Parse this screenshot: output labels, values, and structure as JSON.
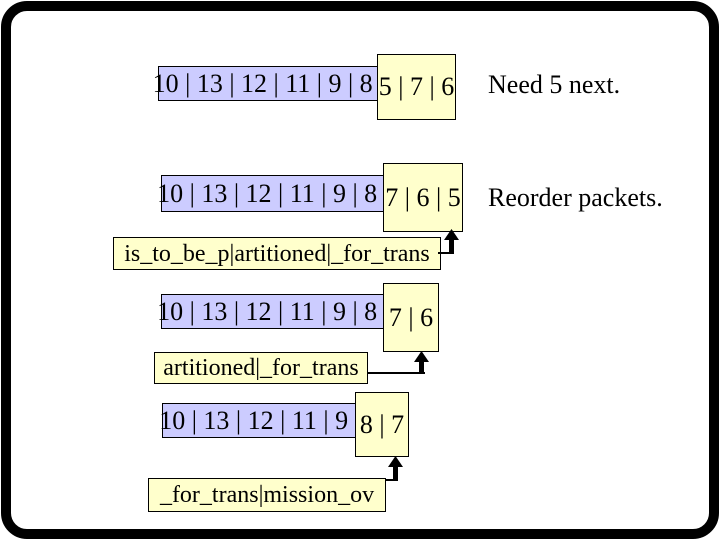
{
  "slide": {
    "colors": {
      "background": "#ffffff",
      "frame": "#000000",
      "buffer_fill": "#ccccff",
      "packet_fill": "#ffffcc",
      "border": "#000000",
      "text": "#000000"
    },
    "step1": {
      "buffer": "10 | 13 | 12 | 11 | 9 | 8 |",
      "incoming": "5 | 7 | 6",
      "caption": "Need 5 next."
    },
    "step2": {
      "buffer": "10 | 13 | 12 | 11 | 9 | 8 |",
      "incoming": "7 | 6 | 5",
      "caption": "Reorder packets.",
      "payload": "is_to_be_p|artitioned|_for_trans"
    },
    "step3": {
      "buffer": "10 | 13 | 12 | 11 | 9 | 8 |",
      "incoming": "7 | 6",
      "payload": "artitioned|_for_trans"
    },
    "step4": {
      "buffer": "10 | 13 | 12 | 11 | 9 |",
      "incoming": "8 | 7",
      "payload": "_for_trans|mission_ov"
    }
  }
}
